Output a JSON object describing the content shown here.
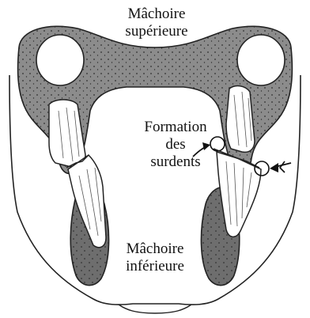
{
  "labels": {
    "upper_jaw": [
      "Mâchoire",
      "supérieure"
    ],
    "formation": [
      "Formation",
      "des",
      "surdents"
    ],
    "lower_jaw": [
      "Mâchoire",
      "inférieure"
    ]
  },
  "colors": {
    "bone_fill": "#8a8a8a",
    "bone_dots": "#3a3a3a",
    "ink": "#111111",
    "background": "#ffffff"
  }
}
